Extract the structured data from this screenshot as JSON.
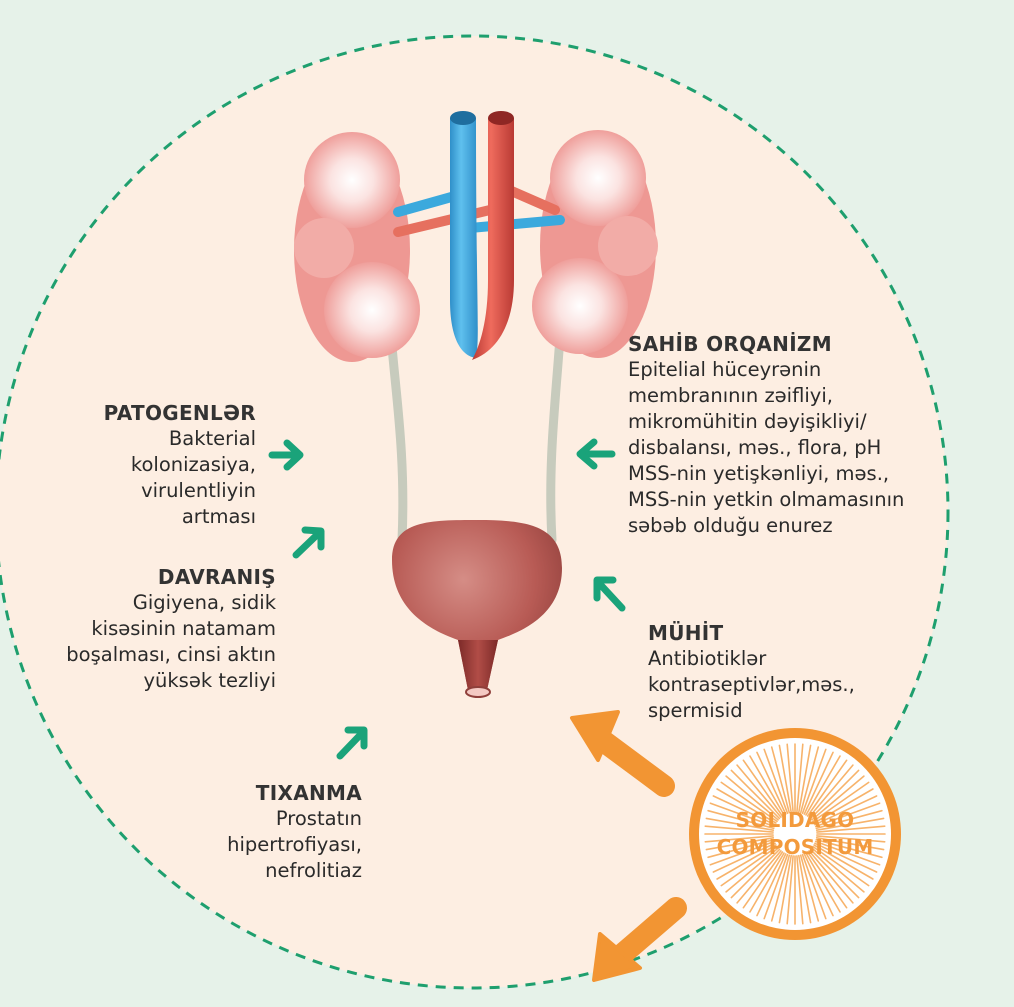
{
  "colors": {
    "background": "#e6f2e9",
    "circle_fill": "#fdeee2",
    "dashed_border": "#1e9f6e",
    "green_arrow": "#1aa37a",
    "orange": "#f29533",
    "vein": "#3ba9dd",
    "artery": "#d9534a",
    "kidney": "#ef9a96",
    "bladder": "#b85b55",
    "ureter": "#c7cbbd"
  },
  "blocks": {
    "patogenler": {
      "title": "PATOGENLƏR",
      "lines": [
        "Bakterial",
        "kolonizasiya,",
        "virulentliyin",
        "artması"
      ]
    },
    "davranis": {
      "title": "DAVRANIŞ",
      "lines": [
        "Gigiyena, sidik",
        "kisəsinin natamam",
        "boşalması, cinsi aktın",
        "yüksək tezliyi"
      ]
    },
    "tixanma": {
      "title": "TIXANMA",
      "lines": [
        "Prostatın",
        "hipertrofiyası,",
        "nefrolitiaz"
      ]
    },
    "sahib": {
      "title": "SAHİB ORQANİZM",
      "lines": [
        "Epitelial hüceyrənin",
        "membranının zəifliyi,",
        "mikromühitin dəyişikliyi/",
        "disbalansı, məs., flora, pH",
        "MSS-nin yetişkənliyi, məs.,",
        "MSS-nin yetkin  olmamasının",
        "səbəb olduğu enurez"
      ]
    },
    "muhit": {
      "title": "MÜHİT",
      "lines": [
        "Antibiotiklər",
        "kontraseptivlər,məs.,",
        "spermisid"
      ]
    }
  },
  "sun_label": [
    "SOLIDAGO",
    "COMPOSITUM"
  ],
  "icons": {
    "green_arrows": "arrow-icon",
    "orange_arrows": "arrow-icon",
    "sun": "sunburst-icon"
  }
}
